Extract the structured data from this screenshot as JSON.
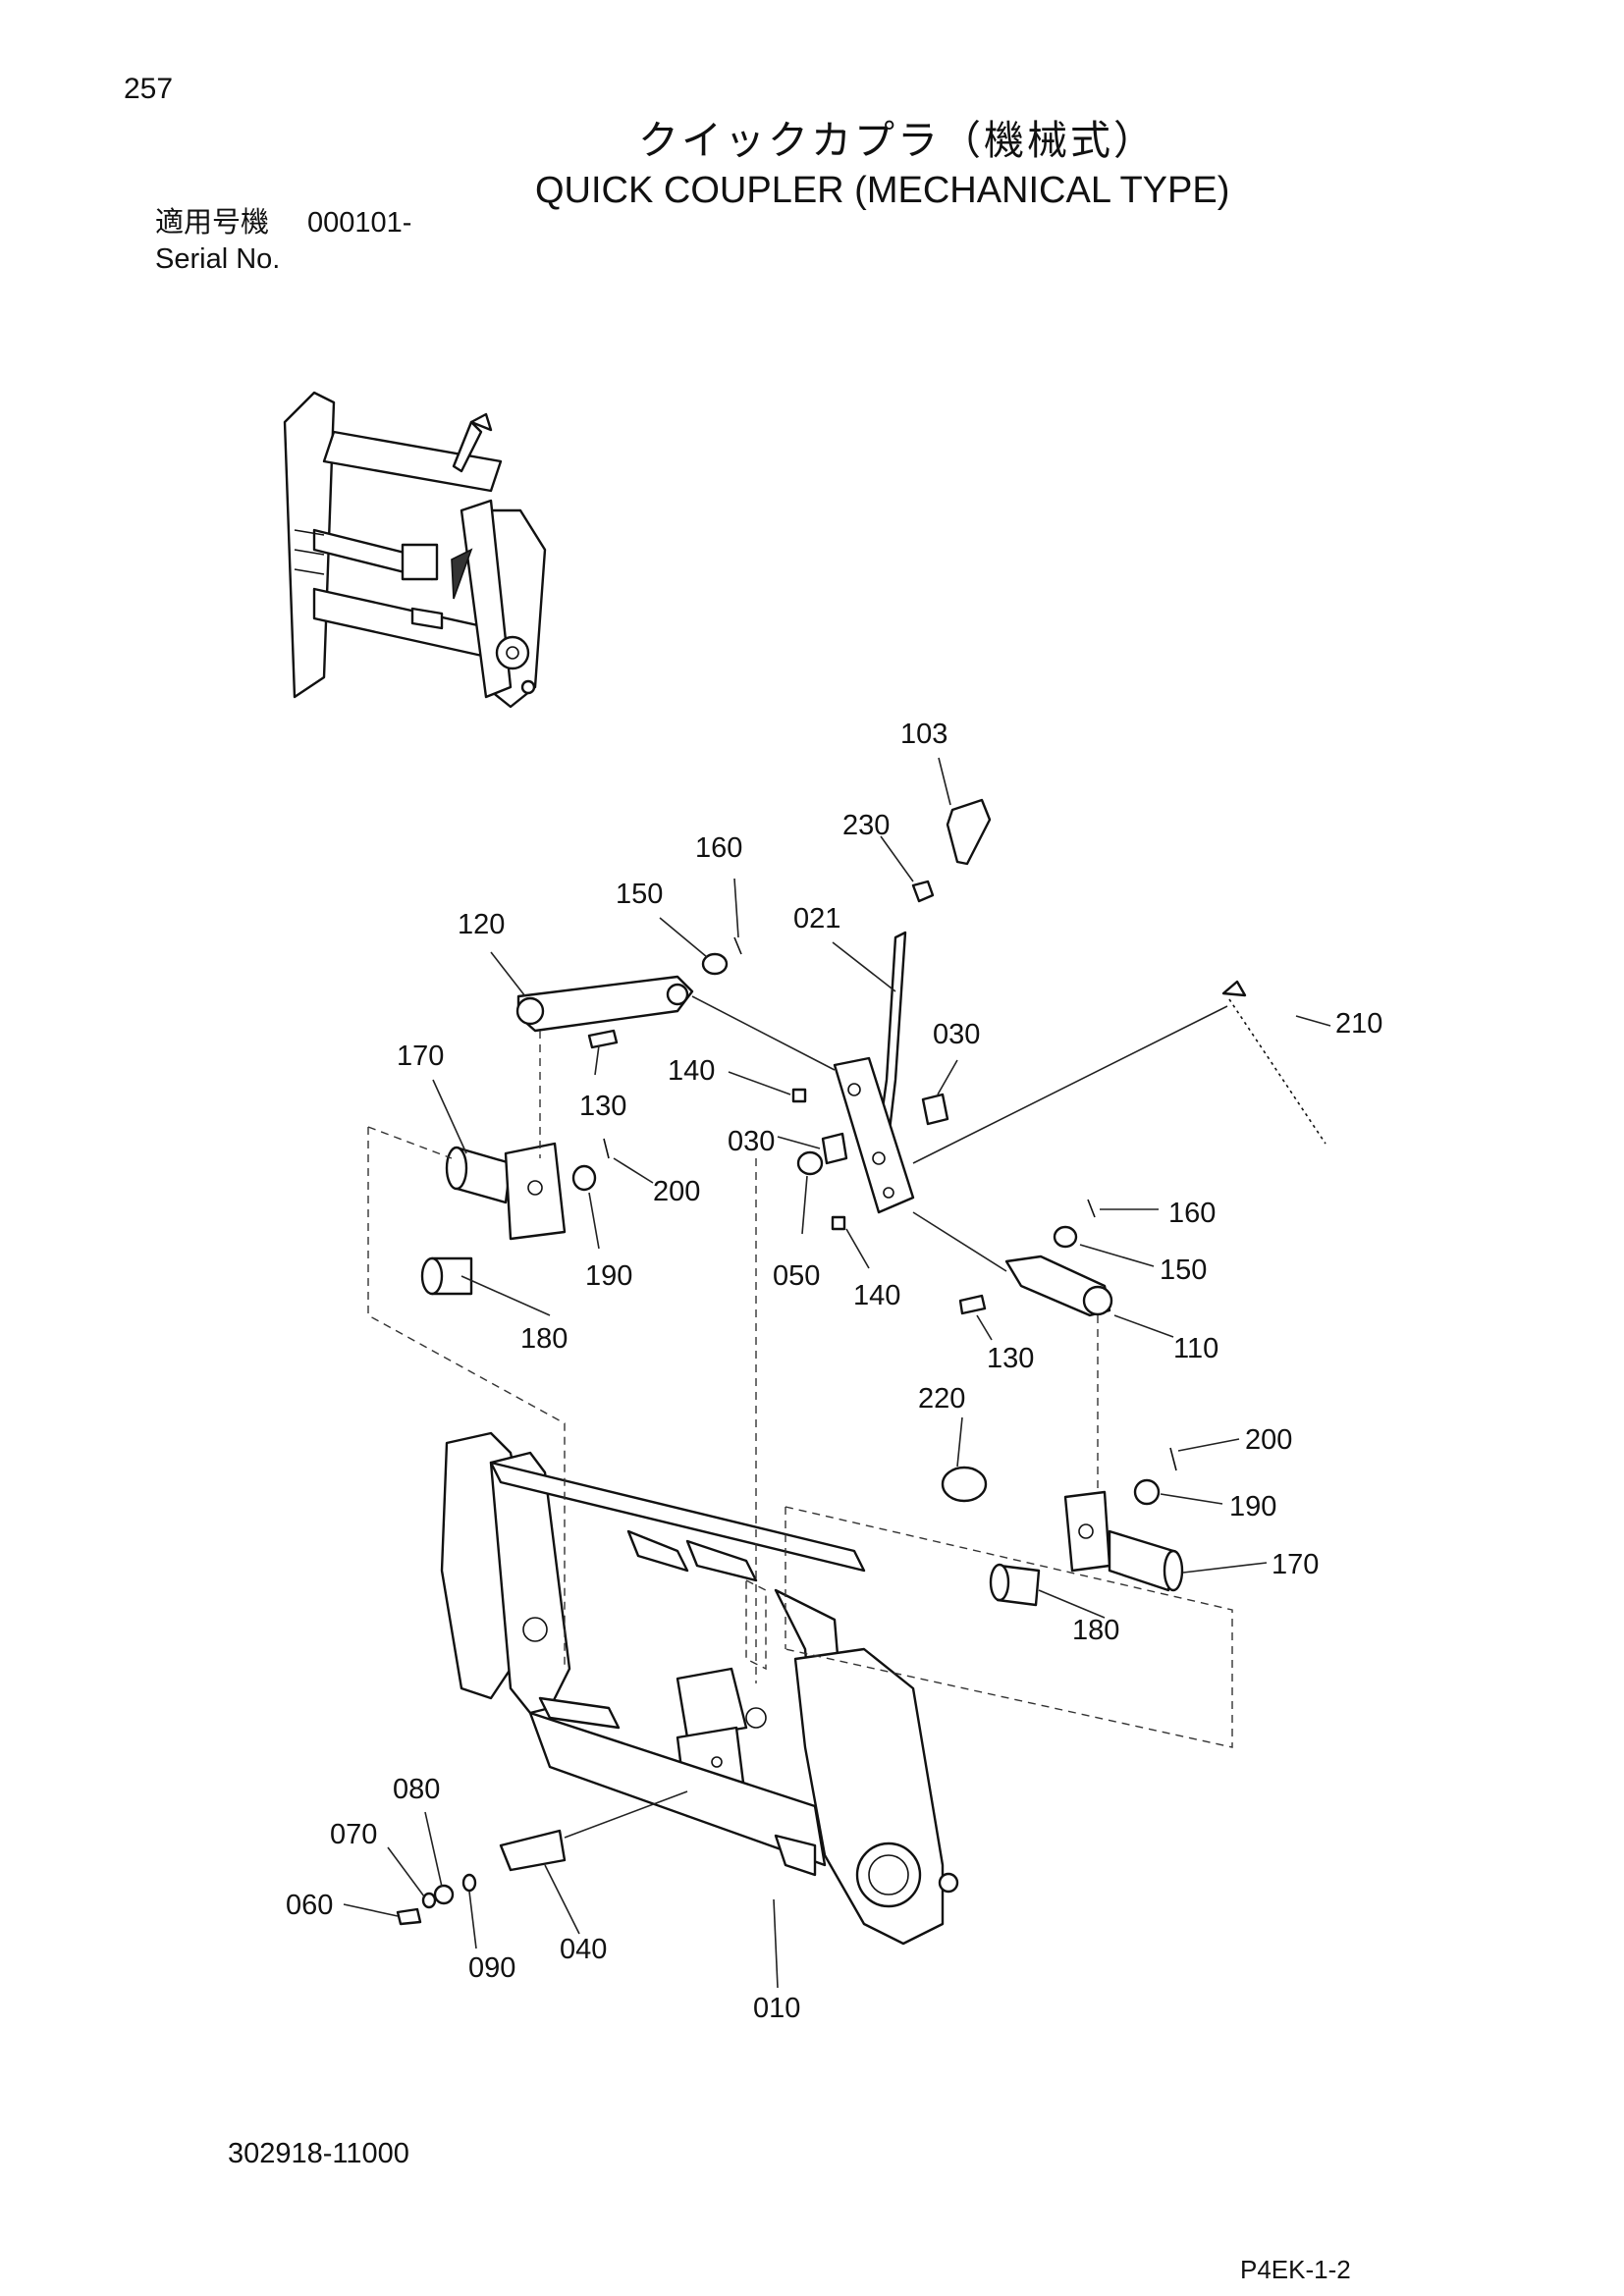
{
  "page_number": "257",
  "title_jp": "クイックカプラ（機械式）",
  "title_en": "QUICK COUPLER (MECHANICAL TYPE)",
  "serial": {
    "label_jp": "適用号機",
    "value": "000101-",
    "label_en": "Serial No."
  },
  "drawing_number": "302918-11000",
  "page_code": "P4EK-1-2",
  "callouts": {
    "c103": "103",
    "c230": "230",
    "c160a": "160",
    "c150a": "150",
    "c021": "021",
    "c120": "120",
    "c210": "210",
    "c030a": "030",
    "c140a": "140",
    "c170a": "170",
    "c130a": "130",
    "c030b": "030",
    "c200a": "200",
    "c160b": "160",
    "c150b": "150",
    "c190a": "190",
    "c050": "050",
    "c140b": "140",
    "c180a": "180",
    "c130b": "130",
    "c110": "110",
    "c220": "220",
    "c200b": "200",
    "c190b": "190",
    "c170b": "170",
    "c180b": "180",
    "c080": "080",
    "c070": "070",
    "c060": "060",
    "c090": "090",
    "c040": "040",
    "c010": "010"
  }
}
